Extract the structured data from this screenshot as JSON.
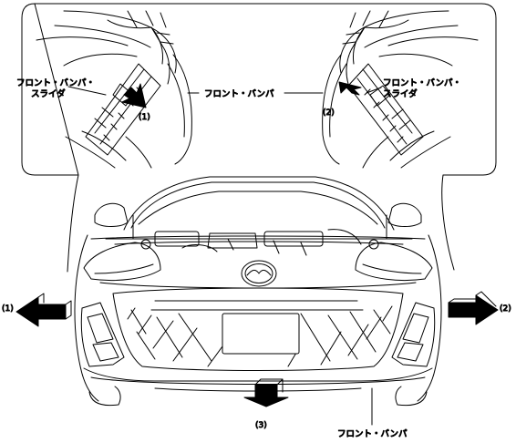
{
  "labels": {
    "slider_left_line1": "フロント・バンパ・",
    "slider_left_line2": "スライダ",
    "bumper_inset": "フロント・バンパ",
    "slider_right_line1": "フロント・バンパ・",
    "slider_right_line2": "スライダ",
    "bumper_bottom": "フロント・バンパ"
  },
  "steps": {
    "inset_left": "(1)",
    "inset_right": "(2)",
    "arrow_left": "(1)",
    "arrow_right": "(2)",
    "arrow_down": "(3)"
  },
  "colors": {
    "line": "#000000",
    "arrow_fill": "#000000",
    "background": "#ffffff"
  }
}
